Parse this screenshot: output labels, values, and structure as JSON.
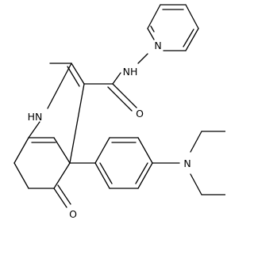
{
  "molecule": {
    "atom_labels": {
      "pyridine_n": "N",
      "amide_nh": "NH",
      "amide_o": "O",
      "ring_nh": "HN",
      "ketone_o": "O",
      "amine_n": "N"
    },
    "line_color": "#000000",
    "background": "#ffffff"
  }
}
